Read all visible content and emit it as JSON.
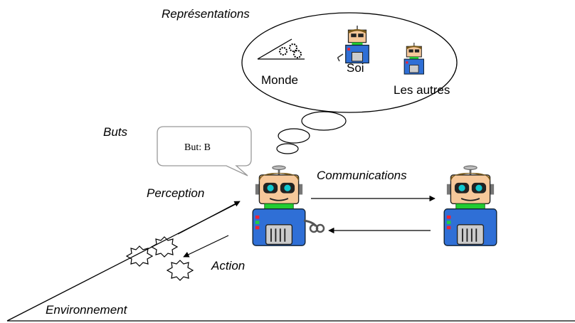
{
  "labels": {
    "representations": "Représentations",
    "monde": "Monde",
    "soi": "Soi",
    "les_autres": "Les autres",
    "buts": "Buts",
    "but_bubble": "But: B",
    "perception": "Perception",
    "communications": "Communications",
    "action": "Action",
    "environnement": "Environnement"
  },
  "icons": [
    "robot-agent-icon",
    "robot-other-agent-icon",
    "robot-self-small-icon",
    "robot-other-small-icon",
    "world-gears-icon",
    "object-star-icon"
  ],
  "colors": {
    "robot_body": "#2f6fd6",
    "robot_collar": "#22cc33",
    "robot_face": "#f6c89a",
    "robot_hair": "#7a5a1a",
    "robot_eyes": "#10c8d0",
    "speech_bubble_border": "#999999"
  }
}
